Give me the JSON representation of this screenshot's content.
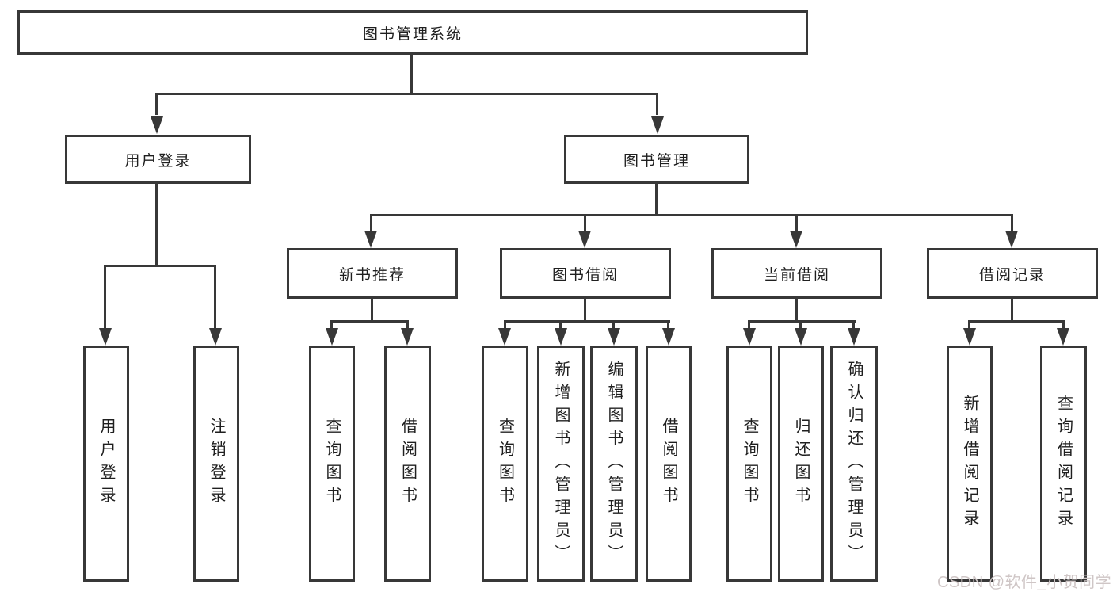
{
  "diagram": {
    "root": "图书管理系统",
    "level2": {
      "user_login": "用户登录",
      "book_management": "图书管理"
    },
    "level3": {
      "new_book_recommend": "新书推荐",
      "book_borrow": "图书借阅",
      "current_borrow": "当前借阅",
      "borrow_records": "借阅记录"
    },
    "leaves": {
      "user_login": [
        "用户登录",
        "注销登录"
      ],
      "new_book_recommend": [
        "查询图书",
        "借阅图书"
      ],
      "book_borrow": [
        "查询图书",
        "新增图书（管理员）",
        "编辑图书（管理员）",
        "借阅图书"
      ],
      "current_borrow": [
        "查询图书",
        "归还图书",
        "确认归还（管理员）"
      ],
      "borrow_records": [
        "新增借阅记录",
        "查询借阅记录"
      ]
    }
  },
  "watermark": "CSDN @软件_小贺同学",
  "colors": {
    "line": "#383838",
    "node_text": "#1f1f1f",
    "node_background": "#ffffff",
    "watermark": "#cfc6c6"
  }
}
